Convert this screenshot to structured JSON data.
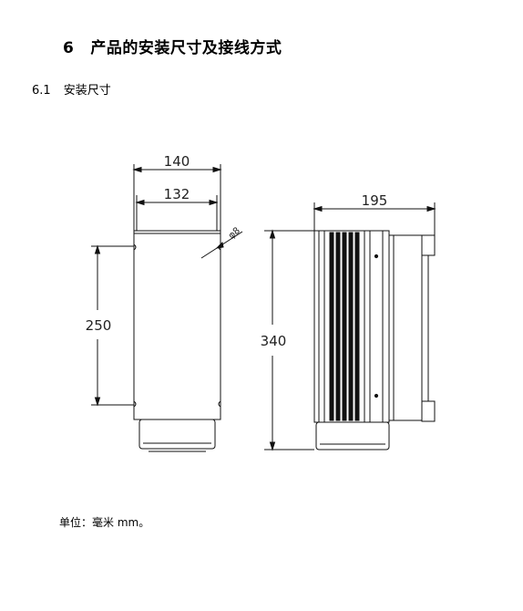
{
  "section": {
    "number": "6",
    "title": "产品的安装尺寸及接线方式"
  },
  "subsection": {
    "number": "6.1",
    "title": "安装尺寸"
  },
  "drawing": {
    "front_width_outer": "140",
    "front_width_inner": "132",
    "hole_diameter": "φ8",
    "hole_spacing": "250",
    "side_depth": "195",
    "total_height": "340"
  },
  "unit_note": "单位：毫米 mm。"
}
